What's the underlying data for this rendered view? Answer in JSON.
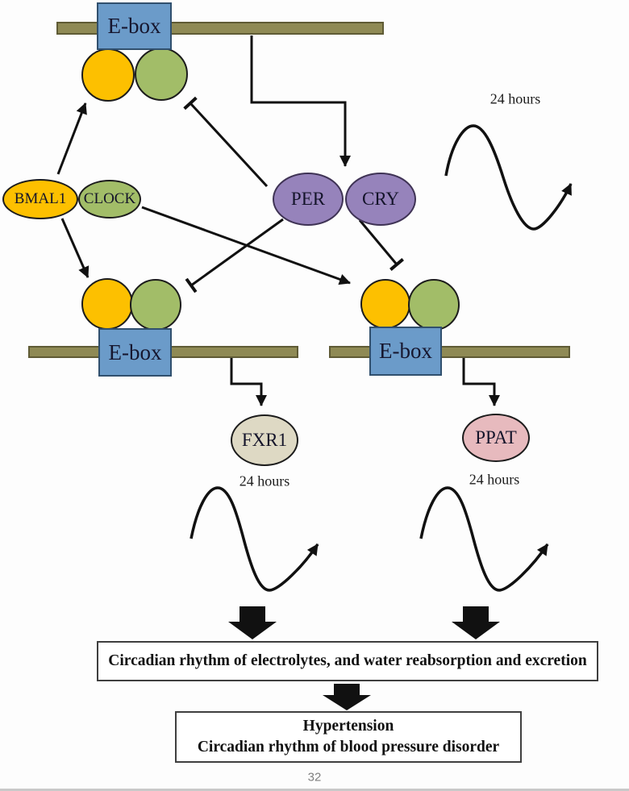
{
  "nodes": {
    "ebox": "E-box",
    "bmal1": "BMAL1",
    "clock": "CLOCK",
    "per": "PER",
    "cry": "CRY",
    "fxr1": "FXR1",
    "ppat": "PPAT"
  },
  "labels": {
    "cycle": "24 hours"
  },
  "outcomes": {
    "box1": "Circadian rhythm of electrolytes, and water reabsorption and excretion",
    "box2_line1": "Hypertension",
    "box2_line2": "Circadian rhythm of blood pressure disorder"
  },
  "page": {
    "number": "32"
  },
  "colors": {
    "ebox_fill": "#6b9bc9",
    "dna_bar": "#8f8a55",
    "bmal1_yellow": "#fdc000",
    "clock_green": "#a2bd68",
    "per_cry_purple": "#9683bb",
    "fxr1_beige": "#ded9c4",
    "ppat_pink": "#e7babe",
    "line_black": "#111111"
  }
}
